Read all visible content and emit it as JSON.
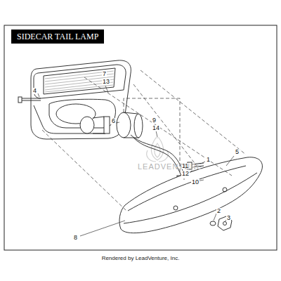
{
  "diagram": {
    "title": "SIDECAR TAIL LAMP",
    "caption": "Rendered by LeadVenture, Inc.",
    "labels": [
      "7",
      "13",
      "4",
      "9",
      "14",
      "6",
      "11",
      "12",
      "1",
      "5",
      "10",
      "8",
      "2",
      "3",
      "LEADVENTURE"
    ]
  }
}
